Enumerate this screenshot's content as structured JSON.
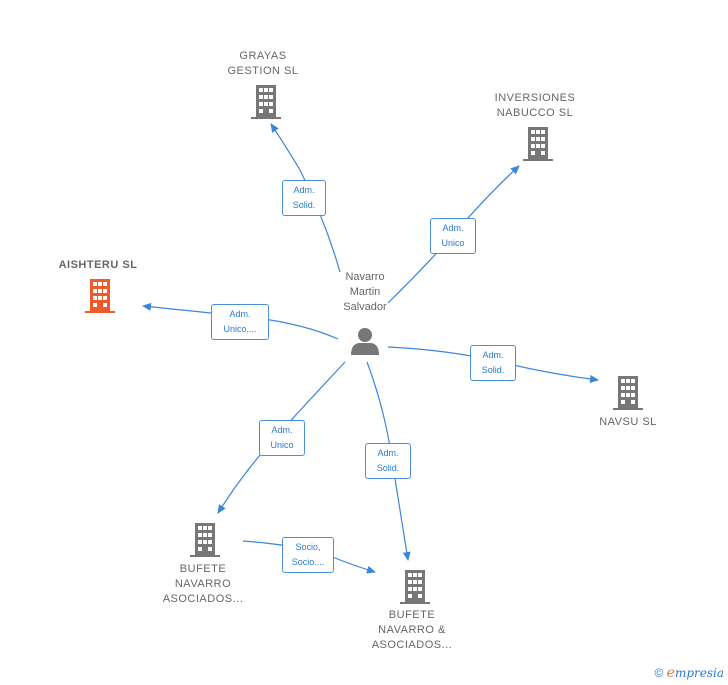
{
  "center": {
    "name_lines": [
      "Navarro",
      "Martin",
      "Salvador"
    ],
    "icon": "person-icon"
  },
  "companies": [
    {
      "id": "grayas",
      "lines": [
        "GRAYAS",
        "GESTION  SL"
      ],
      "icon": "building-icon",
      "highlight": false
    },
    {
      "id": "nabucco",
      "lines": [
        "INVERSIONES",
        "NABUCCO  SL"
      ],
      "icon": "building-icon",
      "highlight": false
    },
    {
      "id": "aishteru",
      "lines": [
        "AISHTERU  SL"
      ],
      "icon": "building-icon",
      "highlight": true
    },
    {
      "id": "navsu",
      "lines": [
        "NAVSU  SL"
      ],
      "icon": "building-icon",
      "highlight": false
    },
    {
      "id": "bufete1",
      "lines": [
        "BUFETE",
        "NAVARRO",
        "ASOCIADOS..."
      ],
      "icon": "building-icon",
      "highlight": false
    },
    {
      "id": "bufete2",
      "lines": [
        "BUFETE",
        "NAVARRO &",
        "ASOCIADOS..."
      ],
      "icon": "building-icon",
      "highlight": false
    }
  ],
  "relations": [
    {
      "to": "grayas",
      "lines": [
        "Adm.",
        "Solid."
      ]
    },
    {
      "to": "nabucco",
      "lines": [
        "Adm.",
        "Unico"
      ]
    },
    {
      "to": "aishteru",
      "lines": [
        "Adm.",
        "Unico,..."
      ]
    },
    {
      "to": "navsu",
      "lines": [
        "Adm.",
        "Solid."
      ]
    },
    {
      "to": "bufete1",
      "lines": [
        "Adm.",
        "Unico"
      ]
    },
    {
      "to": "bufete2",
      "lines": [
        "Adm.",
        "Solid."
      ]
    },
    {
      "from": "bufete1",
      "to": "bufete2",
      "lines": [
        "Socio,",
        "Socio...."
      ]
    }
  ],
  "colors": {
    "edge": "#3a86d8",
    "building": "#777777",
    "building_highlight": "#f05a28",
    "label_border": "#4a90d9"
  },
  "footer": {
    "copyright": "©",
    "brand_first": "e",
    "brand_rest": "mpresia"
  }
}
